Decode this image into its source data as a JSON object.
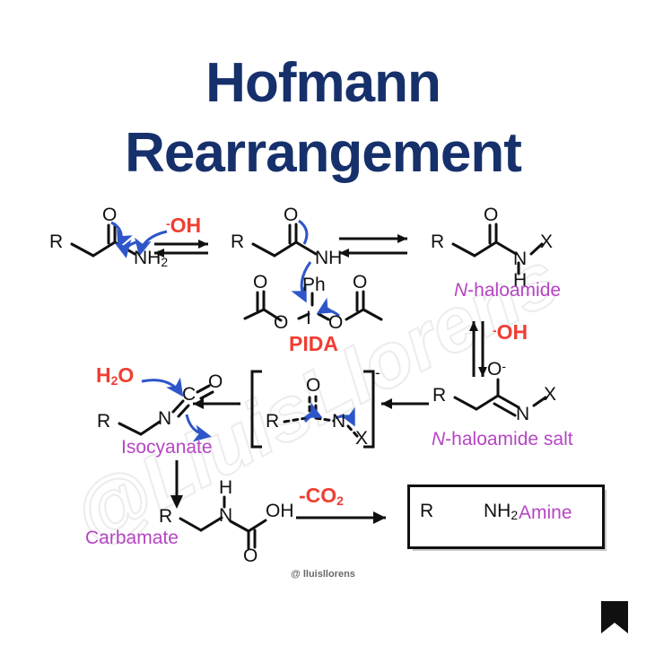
{
  "title": {
    "line1": "Hofmann",
    "line2": "Rearrangement",
    "color": "#16306b"
  },
  "watermark": {
    "text": "@LluisLlorens"
  },
  "credit": {
    "text": "@ lluisllorens"
  },
  "logo": {
    "name": "bookmark-icon",
    "color": "#101010"
  },
  "colors": {
    "accent_title": "#16306b",
    "label_magenta": "#b645c4",
    "reagent_red": "#ef3e33",
    "arrow_blue": "#2e56c8",
    "bond_black": "#101010"
  },
  "reaction": {
    "name": "Hofmann Rearrangement mechanism",
    "steps": [
      {
        "id": "primary-amide",
        "formula": "R-CH2-C(=O)-NH2",
        "atoms": [
          "R",
          "O",
          "NH2"
        ],
        "label": ""
      },
      {
        "id": "amide-anion",
        "formula": "R-CH2-C(=O)-NH(-)",
        "atoms": [
          "R",
          "O",
          "NH"
        ],
        "label": ""
      },
      {
        "id": "n-haloamide",
        "formula": "R-CH2-C(=O)-N(H)-X",
        "atoms": [
          "R",
          "O",
          "N",
          "H",
          "X"
        ],
        "label": "N-haloamide"
      },
      {
        "id": "n-haloamide-salt",
        "formula": "R-CH2-C(-O(-))=N-X",
        "atoms": [
          "R",
          "O",
          "N",
          "X"
        ],
        "label": "N-haloamide salt"
      },
      {
        "id": "transition-state",
        "formula": "[R---C(=O)---N---X](-)",
        "atoms": [
          "R",
          "O",
          "N",
          "X"
        ],
        "label": ""
      },
      {
        "id": "isocyanate",
        "formula": "R-CH2-N=C=O",
        "atoms": [
          "R",
          "N",
          "C",
          "O"
        ],
        "label": "Isocyanate"
      },
      {
        "id": "carbamate",
        "formula": "R-CH2-N(H)-C(=O)-OH",
        "atoms": [
          "R",
          "H",
          "N",
          "OH",
          "O"
        ],
        "label": "Carbamate"
      },
      {
        "id": "amine",
        "formula": "R-CH2-NH2",
        "atoms": [
          "R",
          "NH2"
        ],
        "label": "Amine"
      }
    ],
    "reagents": [
      {
        "id": "hydroxide-1",
        "text": "OH",
        "charge": "-"
      },
      {
        "id": "pida",
        "text": "PIDA",
        "formula": "PhI(OAc)2"
      },
      {
        "id": "hydroxide-2",
        "text": "OH",
        "charge": "-"
      },
      {
        "id": "water",
        "text": "H2O"
      },
      {
        "id": "co2-loss",
        "text": "-CO2"
      }
    ]
  },
  "atoms": {
    "R": "R",
    "O": "O",
    "N": "N",
    "H": "H",
    "X": "X",
    "C": "C",
    "I": "I",
    "Ph": "Ph",
    "NH": "NH",
    "OH": "OH"
  },
  "nh2": {
    "base": "NH",
    "sub": "2"
  },
  "h2o": {
    "h": "H",
    "sub": "2",
    "o": "O"
  },
  "co2": {
    "base": "-CO",
    "sub": "2"
  },
  "oh_minus": {
    "sup": "-",
    "base": "OH"
  },
  "o_minus": {
    "base": "O",
    "sup": "-"
  },
  "bracket_charge": "-",
  "pida_label": "PIDA",
  "labels": {
    "n_haloamide_italic": "N",
    "n_haloamide_rest": "-haloamide",
    "n_haloamide_salt_rest": "-haloamide salt",
    "isocyanate": "Isocyanate",
    "carbamate": "Carbamate",
    "amine": "Amine"
  }
}
